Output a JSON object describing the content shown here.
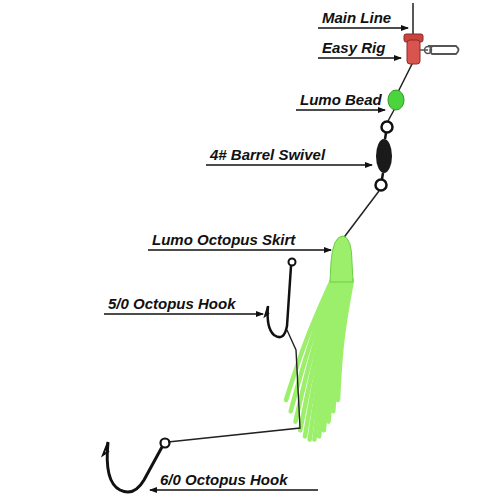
{
  "diagram": {
    "labels": [
      "Main Line",
      "Easy Rig",
      "Lumo Bead",
      "4# Barrel Swivel",
      "Lumo Octopus Skirt",
      "5/0 Octopus Hook",
      "6/0 Octopus Hook"
    ]
  }
}
